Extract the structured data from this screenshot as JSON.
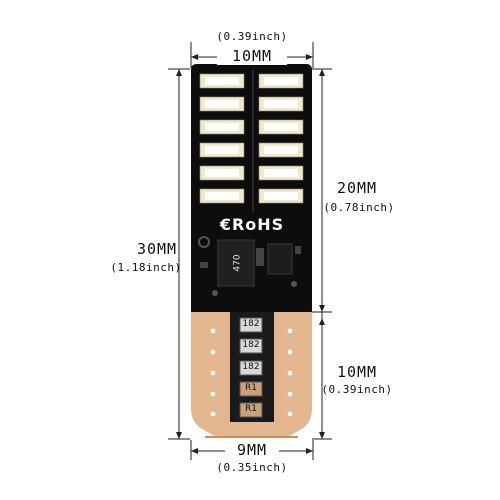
{
  "dimensions": {
    "top_mm": "10MM",
    "top_inch": "(0.39inch)",
    "left_mm": "30MM",
    "left_inch": "(1.18inch)",
    "right_upper_mm": "20MM",
    "right_upper_inch": "(0.78inch)",
    "right_lower_mm": "10MM",
    "right_lower_inch": "(0.39inch)",
    "bottom_mm": "9MM",
    "bottom_inch": "(0.35inch)"
  },
  "board": {
    "logo": "€RoHS",
    "chip_label": "470",
    "resistors": [
      "182",
      "182",
      "182",
      "R1",
      "R1"
    ]
  },
  "colors": {
    "pcb": "#0d0d0d",
    "base": "#e3b690",
    "led_yellow": "#f2e9c8",
    "led_white": "#ffffff"
  }
}
